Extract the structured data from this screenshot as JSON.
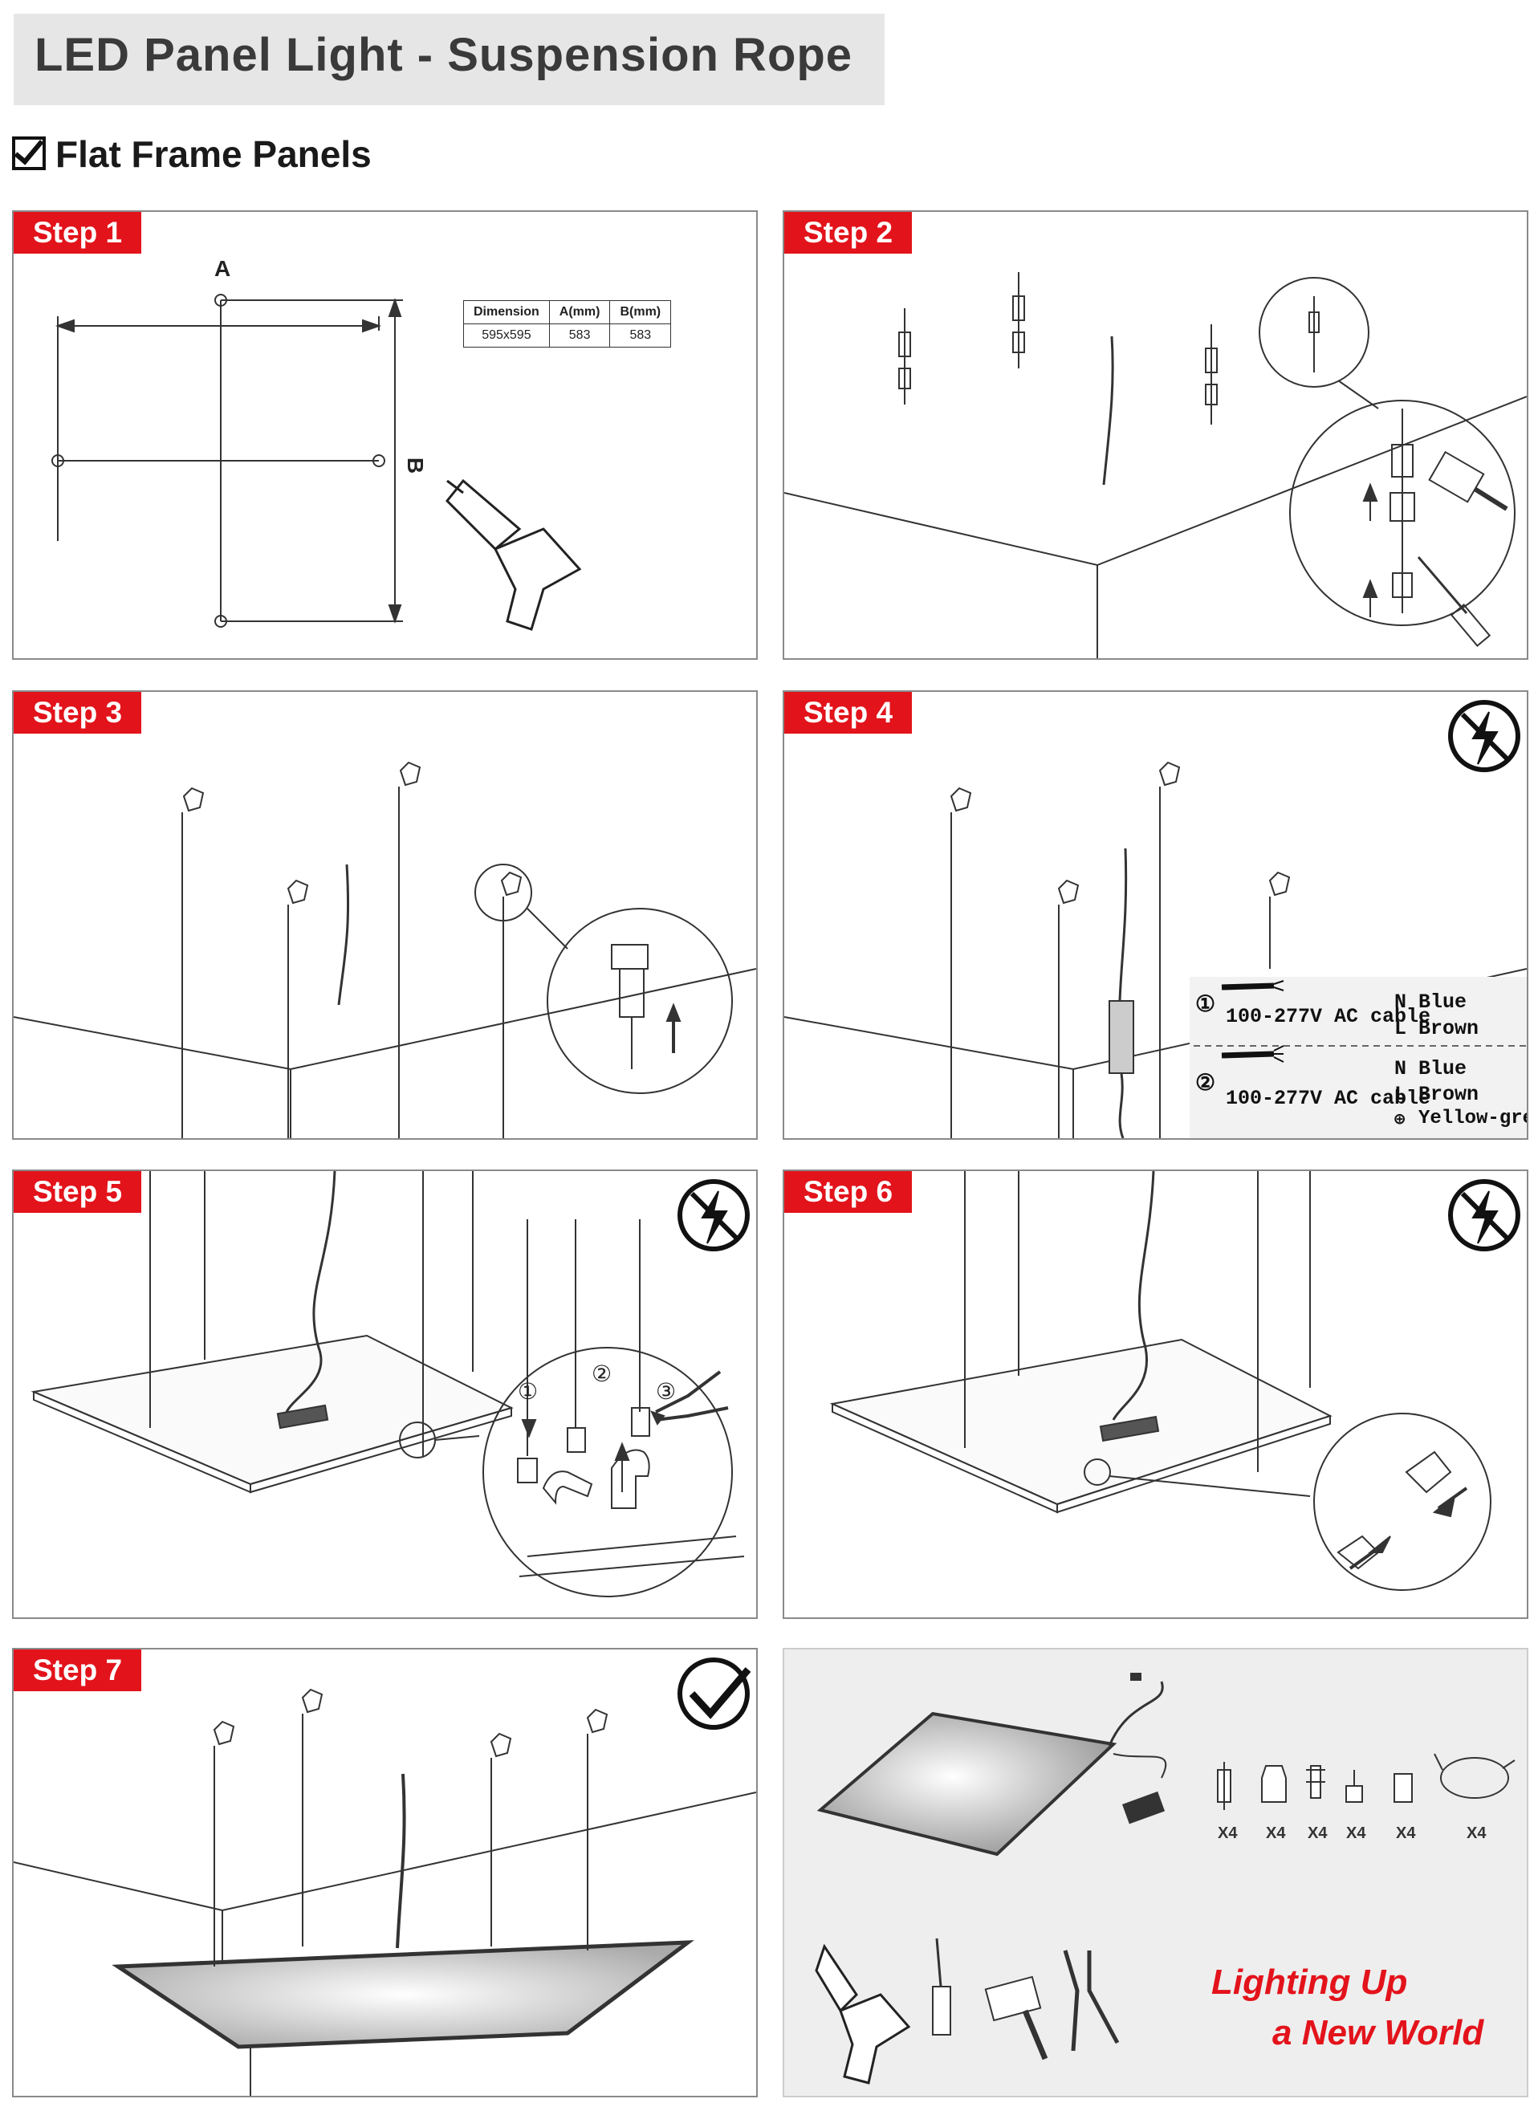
{
  "title": "LED Panel Light - Suspension Rope",
  "subheading": "Flat Frame Panels",
  "steps": {
    "s1": "Step 1",
    "s2": "Step 2",
    "s3": "Step 3",
    "s4": "Step 4",
    "s5": "Step 5",
    "s6": "Step 6",
    "s7": "Step 7"
  },
  "step1": {
    "label_a": "A",
    "label_b": "B",
    "table": {
      "headers": [
        "Dimension",
        "A(mm)",
        "B(mm)"
      ],
      "row": [
        "595x595",
        "583",
        "583"
      ]
    }
  },
  "step4": {
    "option1_num": "①",
    "option1_cable": "100-277V AC cable",
    "option2_num": "②",
    "option2_cable": "100-277V AC cable",
    "n_label": "N",
    "n_color": "Blue",
    "l_label": "L",
    "l_color": "Brown",
    "ground_color": "Yellow-green"
  },
  "step5": {
    "sub1": "①",
    "sub2": "②",
    "sub3": "③"
  },
  "parts": {
    "quantities": [
      "X4",
      "X4",
      "X4",
      "X4",
      "X4",
      "X4"
    ]
  },
  "slogan": {
    "line1": "Lighting Up",
    "line2": "a New World"
  },
  "colors": {
    "accent_red": "#e3131b",
    "title_bg": "#e6e6e6"
  }
}
